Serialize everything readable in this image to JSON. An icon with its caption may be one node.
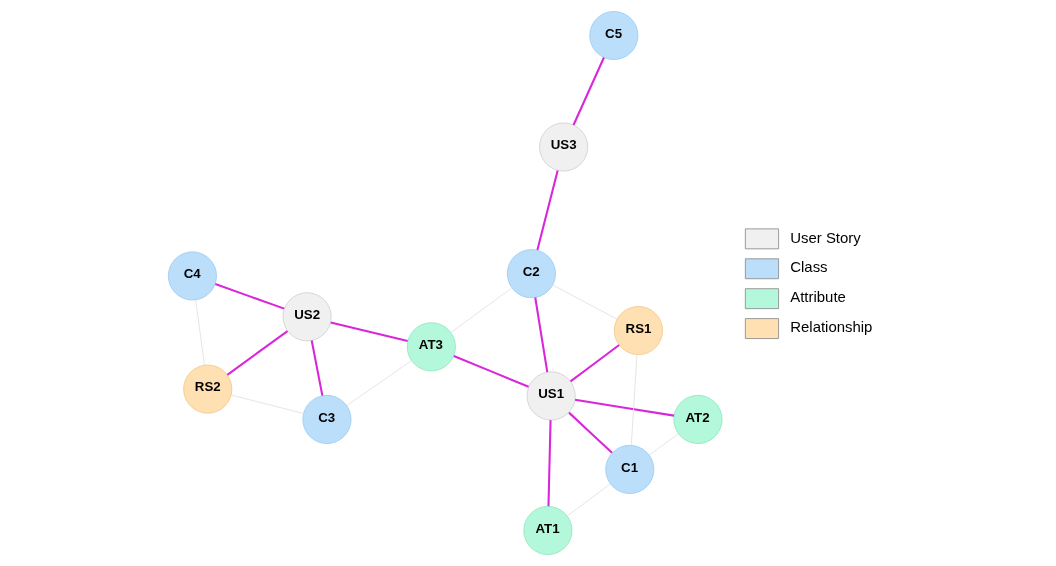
{
  "diagram": {
    "nodes": [
      {
        "text": [
          "AT2"
        ]
      },
      {
        "text": [
          "AT3"
        ]
      },
      {
        "text": [
          "AT1"
        ]
      },
      {
        "text": [
          "US1"
        ]
      },
      {
        "text": [
          "C3"
        ]
      },
      {
        "text": [
          "C2"
        ]
      },
      {
        "text": [
          "US2"
        ]
      },
      {
        "text": [
          "C1"
        ]
      },
      {
        "text": [
          "RS1"
        ]
      },
      {
        "text": [
          "RS2"
        ]
      },
      {
        "text": [
          "US3"
        ]
      },
      {
        "text": [
          "C4"
        ]
      },
      {
        "text": [
          "C5"
        ]
      }
    ],
    "edges": [
      {
        "from": 0,
        "to": 3,
        "arrow": "none"
      },
      {
        "from": 2,
        "to": 3,
        "arrow": "none"
      },
      {
        "from": 3,
        "to": 7,
        "arrow": "none"
      },
      {
        "from": 3,
        "to": 8,
        "arrow": "none"
      },
      {
        "from": 3,
        "to": 5,
        "arrow": "none"
      },
      {
        "from": 3,
        "to": 1,
        "arrow": "none"
      },
      {
        "from": 5,
        "to": 10,
        "arrow": "none"
      },
      {
        "from": 10,
        "to": 12,
        "arrow": "none"
      },
      {
        "from": 1,
        "to": 6,
        "arrow": "none"
      },
      {
        "from": 4,
        "to": 6,
        "arrow": "none"
      },
      {
        "from": 6,
        "to": 9,
        "arrow": "none"
      },
      {
        "from": 6,
        "to": 11,
        "arrow": "none"
      },
      {
        "from": 0,
        "to": 7,
        "arrow": "none",
        "color": "#e0e0e0"
      },
      {
        "from": 2,
        "to": 7,
        "arrow": "none",
        "color": "#e0e0e0"
      },
      {
        "from": 7,
        "to": 8,
        "arrow": "none",
        "color": "#e0e0e0"
      },
      {
        "from": 8,
        "to": 5,
        "arrow": "none",
        "color": "#e0e0e0"
      },
      {
        "from": 5,
        "to": 1,
        "arrow": "none",
        "color": "#e0e0e0"
      },
      {
        "from": 1,
        "to": 4,
        "arrow": "none",
        "color": "#e0e0e0"
      },
      {
        "from": 4,
        "to": 9,
        "arrow": "none",
        "color": "#e0e0e0"
      },
      {
        "from": 9,
        "to": 11,
        "arrow": "none",
        "color": "#e0e0e0"
      }
    ],
    "legend": [
      {
        "text": "User Story",
        "color": "#f0f0f0"
      },
      {
        "text": "Class",
        "color": "#bbdefb"
      },
      {
        "text": "Attribute",
        "color": "#b4f8dc"
      },
      {
        "text": "Relationship",
        "color": "#ffe0b2"
      }
    ]
  }
}
